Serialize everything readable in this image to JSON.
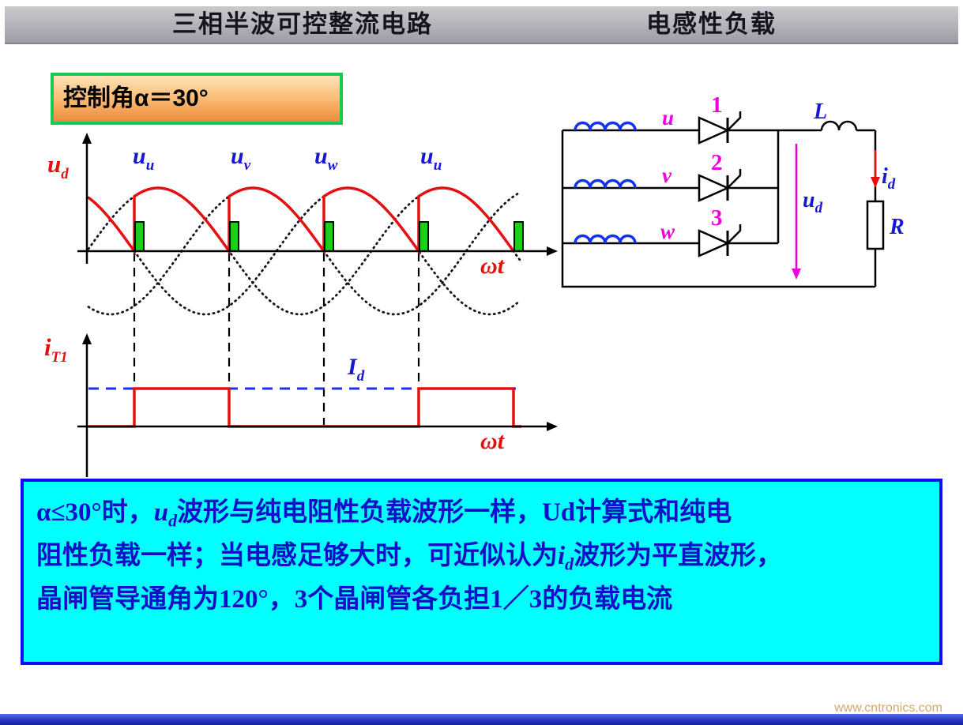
{
  "header": {
    "title_left": "三相半波可控整流电路",
    "title_right": "电感性负载"
  },
  "control_box": {
    "text": "控制角α＝30°"
  },
  "plot_ud": {
    "y_axis_label": {
      "main": "u",
      "sub": "d"
    },
    "x_axis_label": "ωt",
    "phase_labels": [
      {
        "main": "u",
        "sub": "u"
      },
      {
        "main": "u",
        "sub": "v"
      },
      {
        "main": "u",
        "sub": "w"
      },
      {
        "main": "u",
        "sub": "u"
      }
    ]
  },
  "plot_it1": {
    "y_axis_label": {
      "main": "i",
      "sub": "T1"
    },
    "level_label": {
      "main": "I",
      "sub": "d"
    },
    "x_axis_label": "ωt"
  },
  "circuit": {
    "phases": [
      "u",
      "v",
      "w"
    ],
    "thyristors": [
      "1",
      "2",
      "3"
    ],
    "inductor": "L",
    "current": {
      "main": "i",
      "sub": "d"
    },
    "output": {
      "main": "u",
      "sub": "d"
    },
    "resistor": "R"
  },
  "note": {
    "lines": [
      [
        {
          "t": "α≤30°时，"
        },
        {
          "t": "u",
          "it": true
        },
        {
          "t": "d",
          "sub": true
        },
        {
          "t": "波形与纯电阻性负载波形一样，Ud计算式和纯电"
        }
      ],
      [
        {
          "t": "阻性负载一样；当电感足够大时，可近似认为"
        },
        {
          "t": "i",
          "it": true
        },
        {
          "t": "d",
          "sub": true
        },
        {
          "t": "波形为平直波形，"
        }
      ],
      [
        {
          "t": "晶闸管导通角为120°，3个晶闸管各负担1／3的负载电流"
        }
      ]
    ]
  },
  "watermark": "www.cntronics.com",
  "colors": {
    "wave_red": "#e60f0f",
    "phase_dotted": "#151515",
    "pulse_green": "#19d119",
    "id_dashed_blue": "#2030e8",
    "label_blue": "#1717cf",
    "magenta": "#ee00dd",
    "note_bg": "#00ffff",
    "note_border": "#0d0df0",
    "note_text": "#1010c8",
    "control_border_green": "#15cb52"
  }
}
